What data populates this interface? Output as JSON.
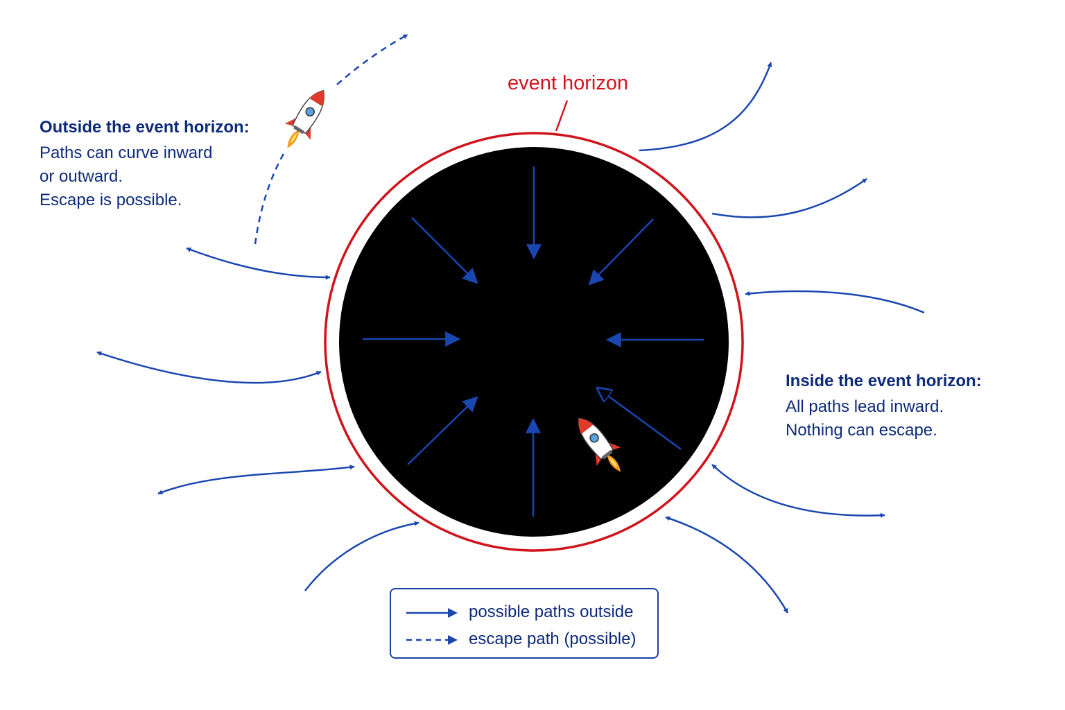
{
  "colors": {
    "path_blue": "#1a46b0",
    "text_navy": "#0d2a7a",
    "horizon_red": "#d0141c",
    "hole_black": "#000000",
    "flame_orange": "#f39a1e",
    "fin_red": "#e03a2a"
  },
  "horizon_label": "event horizon",
  "outside": {
    "title": "Outside the event horizon:",
    "lines": [
      "Paths can curve inward",
      "or outward.",
      "Escape is possible."
    ]
  },
  "inside": {
    "title": "Inside the event horizon:",
    "lines": [
      "All paths lead inward.",
      "Nothing can escape."
    ]
  },
  "legend": {
    "solid_label": "possible paths outside",
    "dashed_label": "escape path (possible)"
  },
  "icons": [
    "rocket-icon-outside",
    "rocket-icon-inside"
  ]
}
